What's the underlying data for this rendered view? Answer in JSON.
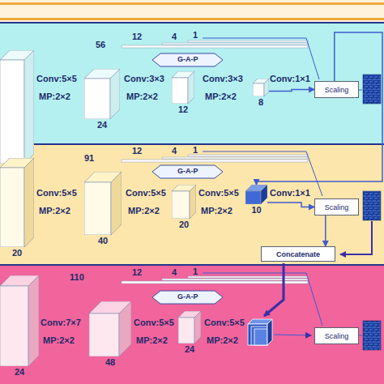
{
  "diagram": {
    "nodes": [
      {
        "text": [
          "12"
        ]
      },
      {
        "text": [
          "24"
        ]
      },
      {
        "text": [
          "12"
        ]
      },
      {
        "text": [
          "8"
        ]
      },
      {
        "text": [
          "Scaling"
        ]
      },
      {
        "text": [
          "20"
        ]
      },
      {
        "text": [
          "40"
        ]
      },
      {
        "text": [
          "20"
        ]
      },
      {
        "text": [
          "10"
        ]
      },
      {
        "text": [
          "Scaling"
        ]
      },
      {
        "text": [
          "Concatenate"
        ]
      },
      {
        "text": [
          "24"
        ]
      },
      {
        "text": [
          "48"
        ]
      },
      {
        "text": [
          "24"
        ]
      },
      {
        "text": [
          "Scaling"
        ]
      }
    ],
    "edges": [
      {
        "from": 3,
        "to": 4,
        "arrow": "to"
      },
      {
        "from": 4,
        "to": 8,
        "arrow": "to"
      },
      {
        "from": 8,
        "to": 9,
        "arrow": "to"
      },
      {
        "from": 9,
        "to": 10,
        "arrow": "to"
      }
    ],
    "labels": [
      "56",
      "12",
      "4",
      "1",
      "G-A-P",
      "Conv:5×5",
      "MP:2×2",
      "Conv:3×3",
      "MP:2×2",
      "Conv:3×3",
      "MP:2×2",
      "Conv:1×1",
      "91",
      "12",
      "4",
      "1",
      "G-A-P",
      "Conv:5×5",
      "MP:2×2",
      "Conv:5×5",
      "MP:2×2",
      "Conv:5×5",
      "MP:2×2",
      "Conv:1×1",
      "110",
      "12",
      "4",
      "1",
      "G-A-P",
      "Conv:7×7",
      "MP:2×2",
      "Conv:5×5",
      "MP:2×2",
      "Conv:5×5",
      "MP:2×2"
    ]
  }
}
